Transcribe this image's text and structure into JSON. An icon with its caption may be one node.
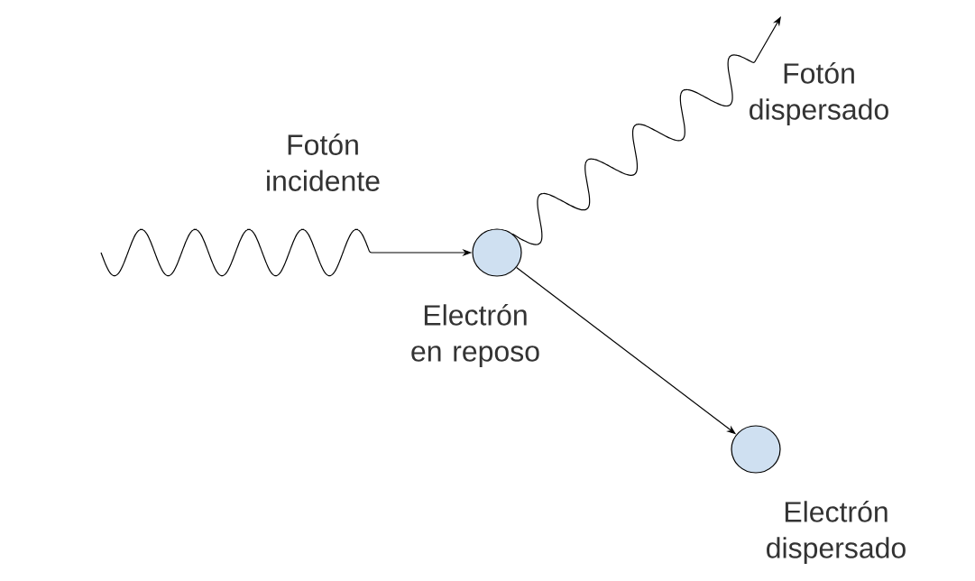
{
  "diagram": {
    "nodes": [
      {
        "text": [],
        "shape": "circle",
        "beside": [
          "Electrón en reposo"
        ]
      },
      {
        "text": [],
        "shape": "circle",
        "beside": [
          "Electrón dispersado"
        ]
      }
    ],
    "edges": [
      {
        "from": null,
        "to": 0,
        "arrow": "to",
        "label": "Fotón incidente"
      },
      {
        "from": 0,
        "to": null,
        "arrow": "to",
        "label": "Fotón dispersado"
      },
      {
        "from": 0,
        "to": 1,
        "arrow": "to"
      }
    ]
  }
}
